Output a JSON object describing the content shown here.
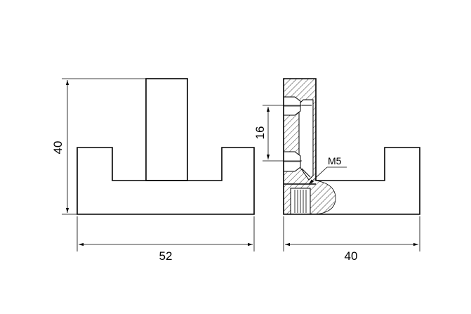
{
  "drawing": {
    "dimensions": {
      "width_left": "52",
      "height_left": "40",
      "width_right": "40",
      "spacing": "16",
      "thread": "M5"
    },
    "colors": {
      "line": "#000000",
      "background": "#ffffff",
      "hatch": "#000000"
    }
  }
}
